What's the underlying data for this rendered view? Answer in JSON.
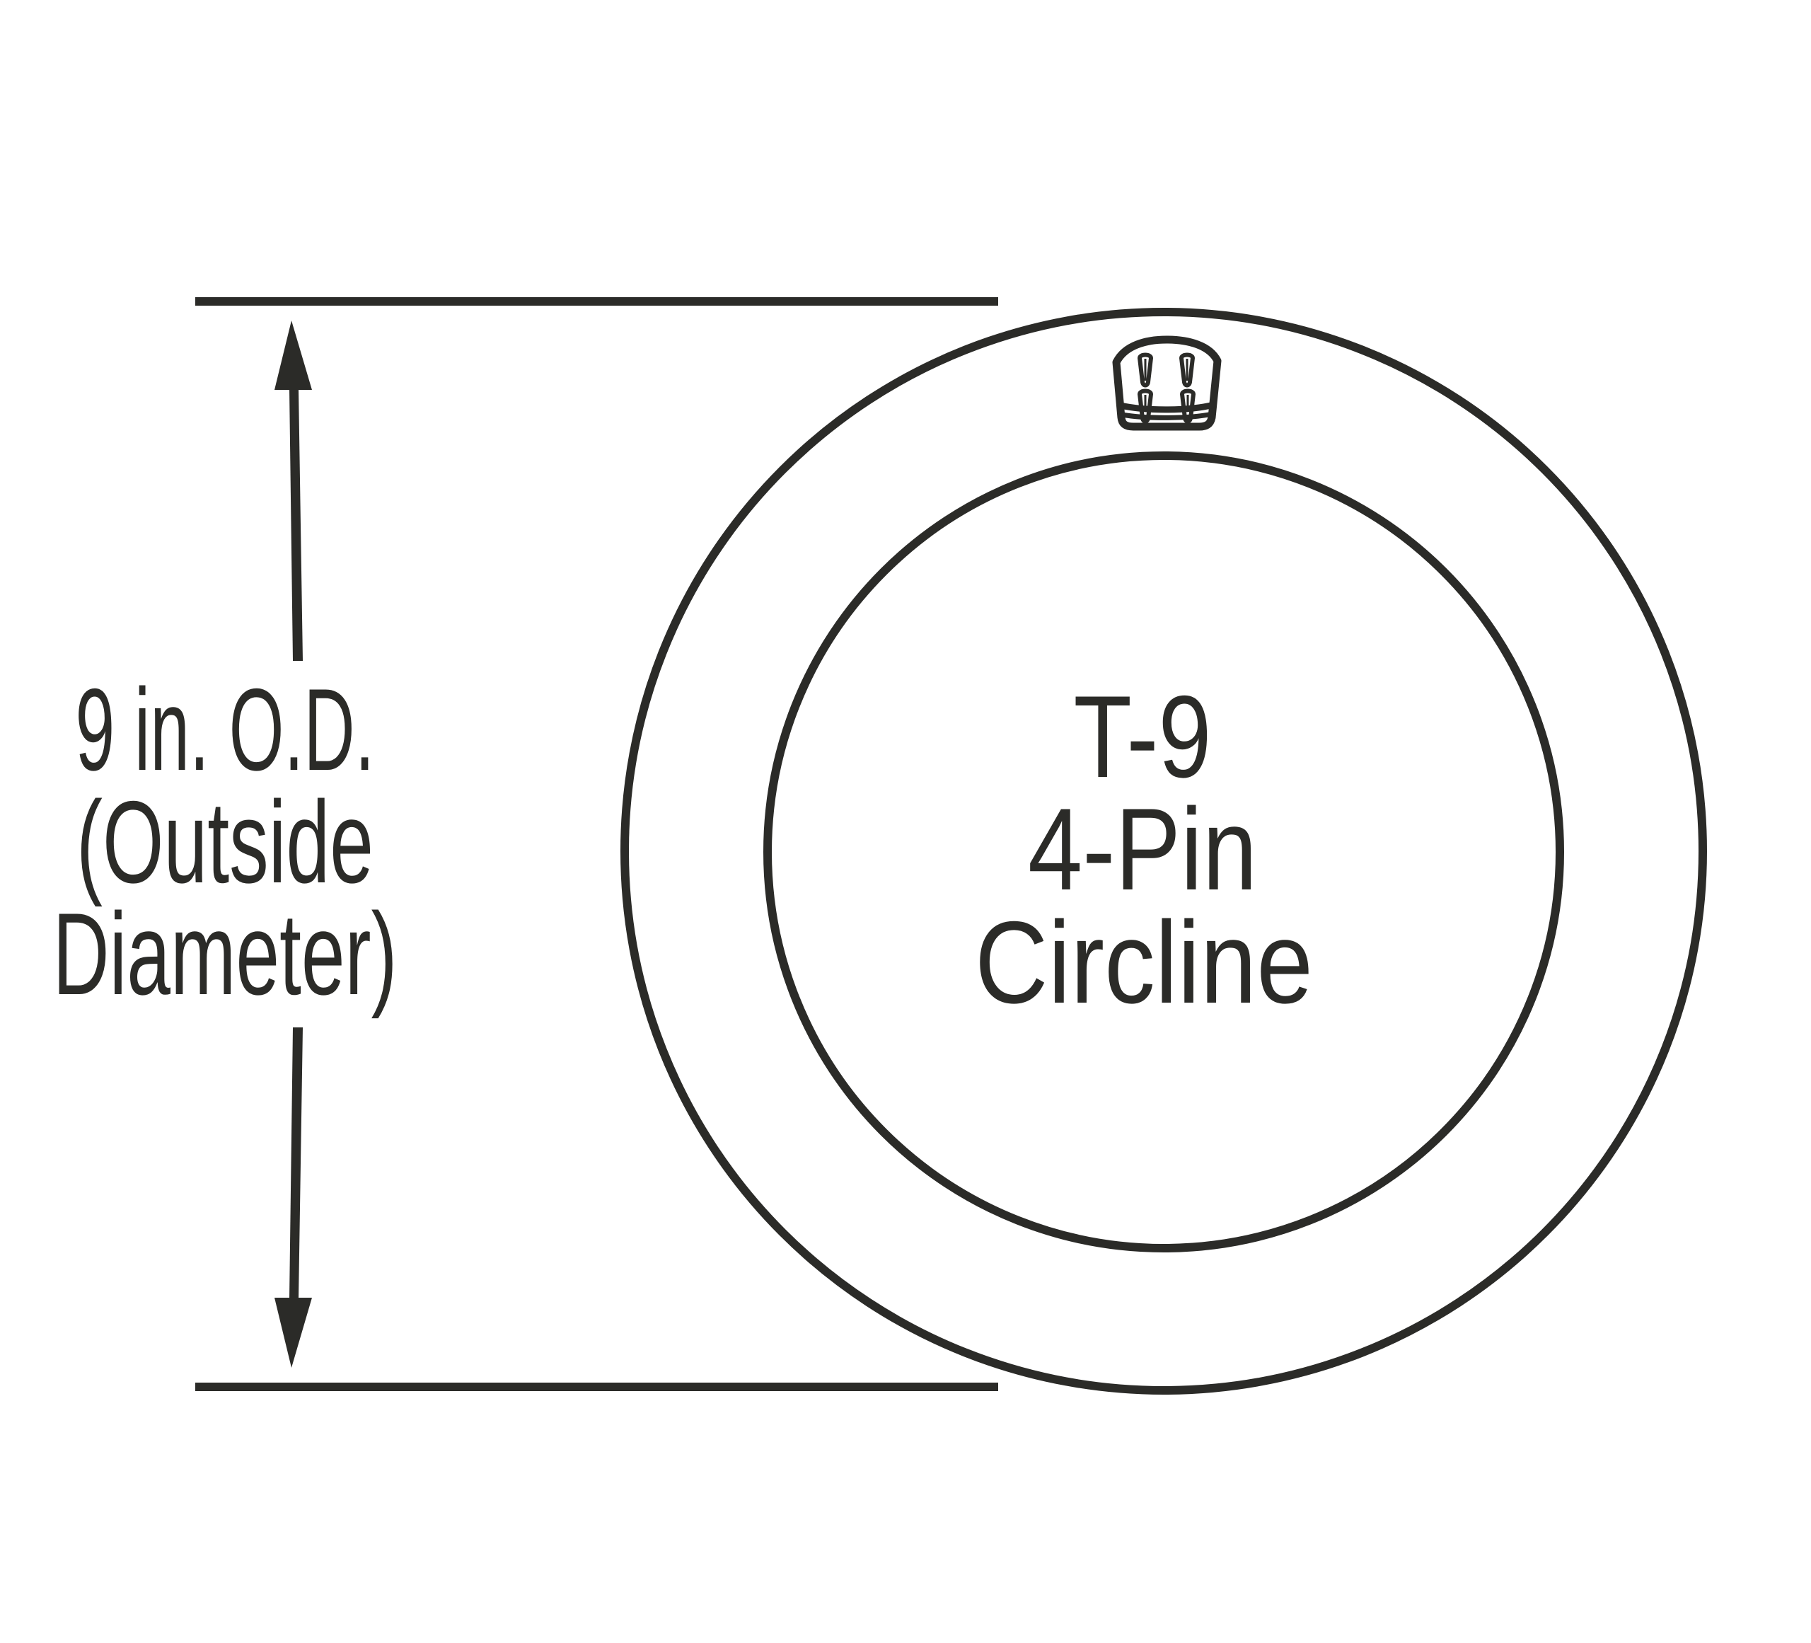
{
  "diagram": {
    "type": "product-dimension-diagram",
    "colors": {
      "background": "#ffffff",
      "ink": "#2b2b28"
    },
    "dimension_label": {
      "lines": [
        "9 in. O.D.",
        "(Outside",
        "Diameter)"
      ]
    },
    "lamp_label": {
      "lines": [
        "T-9",
        "4-Pin",
        "Circline"
      ]
    },
    "dimension": {
      "value": "9",
      "unit": "in.",
      "measure": "O.D.",
      "meaning": "Outside Diameter"
    },
    "lamp": {
      "tube_size": "T-9",
      "pins": "4-Pin",
      "shape": "Circline"
    },
    "icons": {
      "connector": "4-pin-connector-icon",
      "arrow_up": "arrow-up-icon",
      "arrow_down": "arrow-down-icon"
    }
  }
}
